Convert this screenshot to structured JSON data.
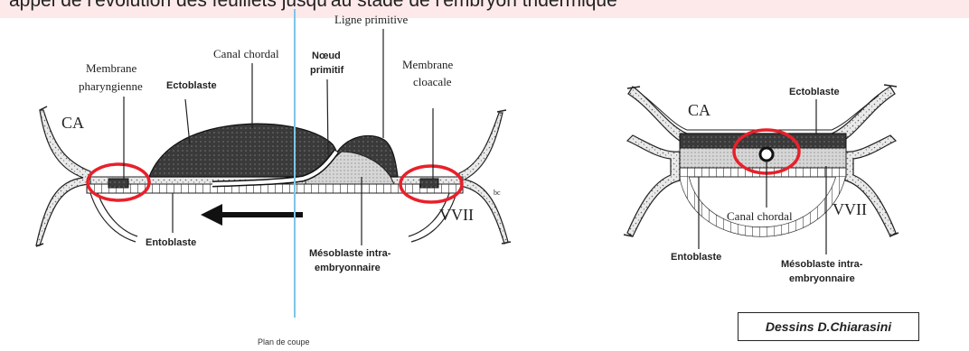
{
  "header": {
    "text": "appel de l'évolution des feuillets jusqu'au stade de l'embryon tridermique"
  },
  "left_figure": {
    "labels": {
      "ligne_primitive": "Ligne primitive",
      "membrane_pharyngienne_1": "Membrane",
      "membrane_pharyngienne_2": "pharyngienne",
      "ectoblaste": "Ectoblaste",
      "canal_chordal": "Canal chordal",
      "noeud_1": "Nœud",
      "noeud_2": "primitif",
      "membrane_cloacale_1": "Membrane",
      "membrane_cloacale_2": "cloacale",
      "ca": "CA",
      "vvii": "VVII",
      "entoblaste": "Entoblaste",
      "mesoblaste_1": "Mésoblaste intra-",
      "mesoblaste_2": "embryonnaire",
      "bc": "bc"
    }
  },
  "right_figure": {
    "labels": {
      "ca": "CA",
      "ectoblaste": "Ectoblaste",
      "canal_chordal": "Canal chordal",
      "vvii": "VVII",
      "entoblaste": "Entoblaste",
      "mesoblaste_1": "Mésoblaste intra-",
      "mesoblaste_2": "embryonnaire"
    }
  },
  "footer": {
    "credit": "Dessins D.Chiarasini",
    "plan_de_coupe": "Plan de coupe"
  },
  "colors": {
    "highlight": "#e8202a",
    "divider": "#7fc4e6",
    "dark_tissue": "#3a3a3a",
    "mesoblaste": "#c8c8c8",
    "header_bg": "#fde9ea"
  }
}
